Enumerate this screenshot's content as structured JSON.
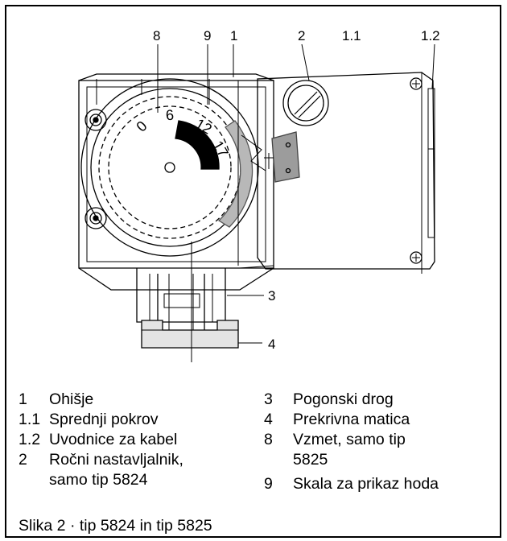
{
  "callouts": {
    "c8": "8",
    "c9": "9",
    "c1": "1",
    "c2": "2",
    "c1_1": "1.1",
    "c1_2": "1.2",
    "c3": "3",
    "c4": "4"
  },
  "scale_labels": [
    "0",
    "6",
    "12",
    "17"
  ],
  "legend_left": [
    {
      "num": "1",
      "text": "Ohišje"
    },
    {
      "num": "1.1",
      "text": "Sprednji pokrov"
    },
    {
      "num": "1.2",
      "text": "Uvodnice za kabel"
    },
    {
      "num": "2",
      "text": "Ročni nastavljalnik,"
    },
    {
      "num": "",
      "text": "samo tip 5824"
    }
  ],
  "legend_right": [
    {
      "num": "3",
      "text": "Pogonski drog"
    },
    {
      "num": "4",
      "text": "Prekrivna matica"
    },
    {
      "num": "8",
      "text": "Vzmet, samo tip"
    },
    {
      "num": "",
      "text": "5825"
    },
    {
      "num": "9",
      "text": "Skala za prikaz hoda"
    }
  ],
  "caption": "Slika 2 · tip 5824 in tip 5825"
}
